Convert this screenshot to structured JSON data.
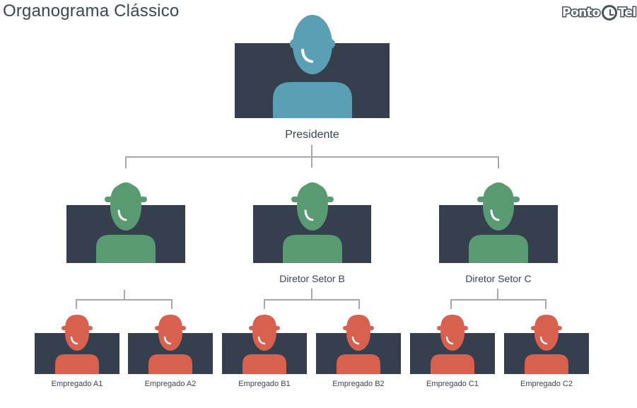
{
  "title": "Organograma Clássico",
  "logo": {
    "part1": "Ponto",
    "part2": "Tel"
  },
  "colors": {
    "box": "#353f4e",
    "president": "#5b9fb5",
    "director": "#5a9a72",
    "employee": "#d7604f",
    "connector": "#a8a8a8"
  },
  "nodes": {
    "president": {
      "label": "Presidente"
    },
    "director_a": {
      "label": ""
    },
    "director_b": {
      "label": "Diretor Setor B"
    },
    "director_c": {
      "label": "Diretor Setor C"
    },
    "employee_a1": {
      "label": "Empregado A1"
    },
    "employee_a2": {
      "label": "Empregado A2"
    },
    "employee_b1": {
      "label": "Empregado B1"
    },
    "employee_b2": {
      "label": "Empregado B2"
    },
    "employee_c1": {
      "label": "Empregado C1"
    },
    "employee_c2": {
      "label": "Empregado C2"
    }
  }
}
